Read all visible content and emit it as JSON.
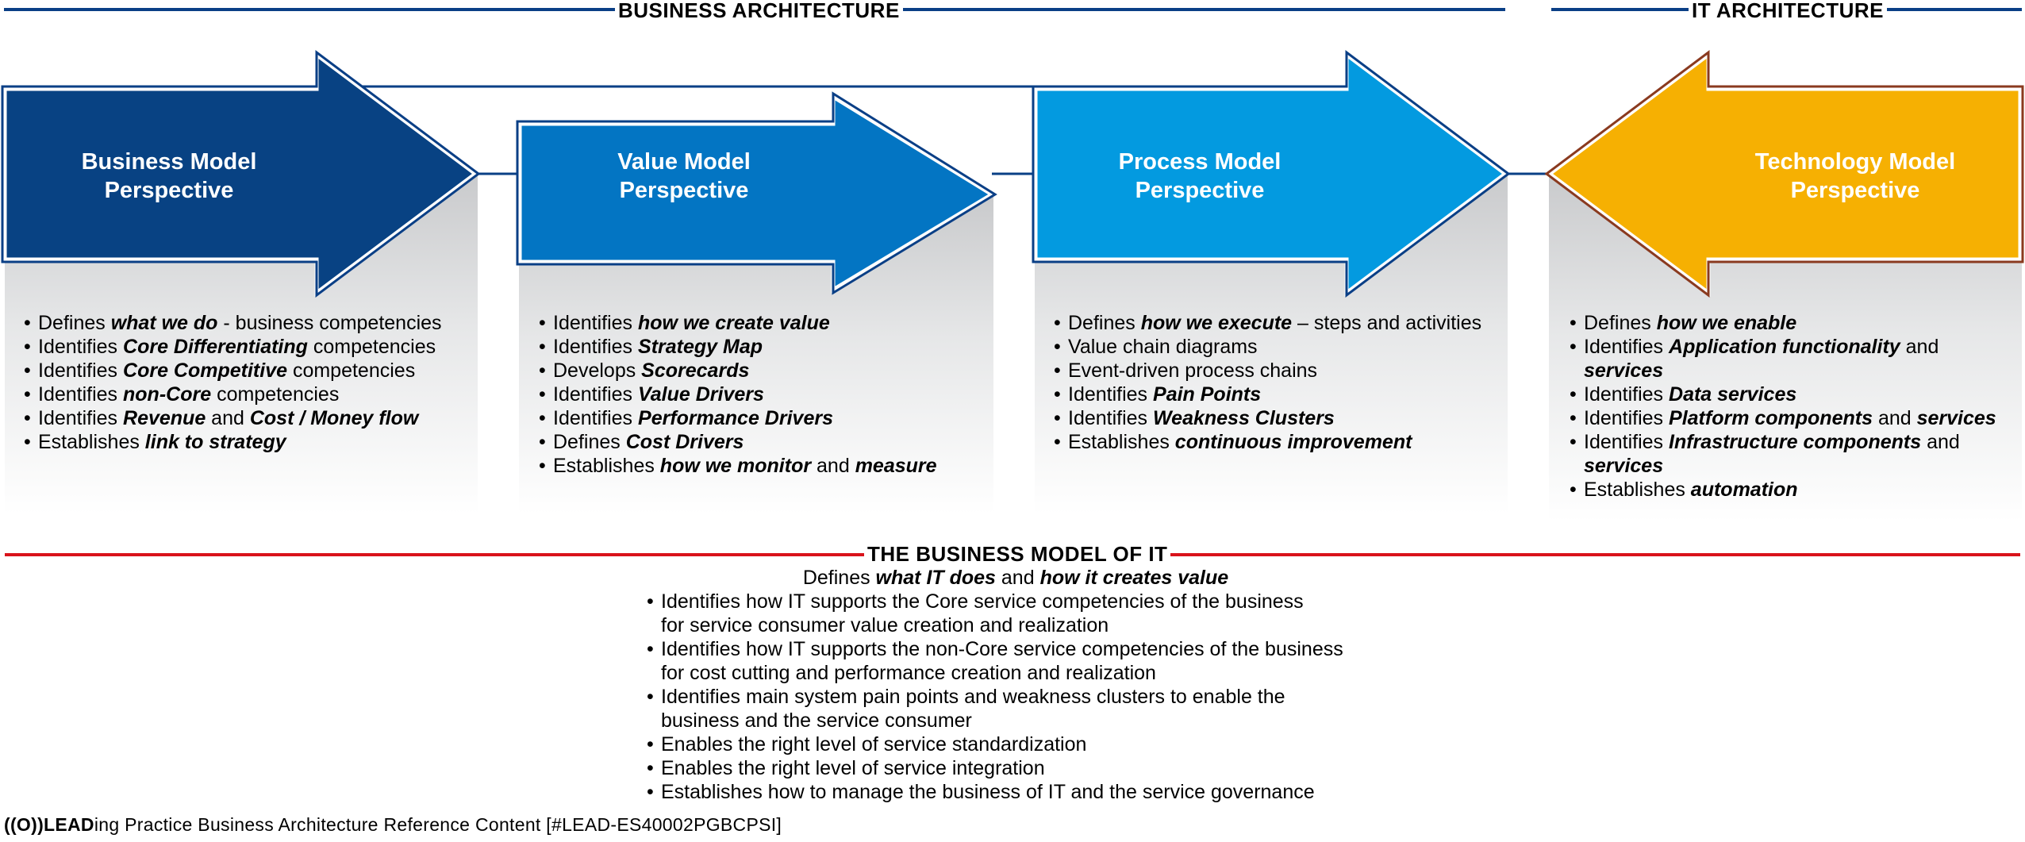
{
  "sections": {
    "business_architecture": "BUSINESS ARCHITECTURE",
    "it_architecture": "IT ARCHITECTURE",
    "business_model_of_it": "THE BUSINESS MODEL OF IT"
  },
  "colors": {
    "business_model": "#084283",
    "value_model": "#0375c3",
    "process_model": "#039ae0",
    "technology_model": "#f6b002",
    "technology_border": "#8a3a1f",
    "top_rule": "#0a3f86",
    "red_rule": "#d9131b"
  },
  "perspectives": [
    {
      "title_line1": "Business Model",
      "title_line2": "Perspective",
      "bullets": [
        [
          {
            "t": "Defines "
          },
          {
            "t": "what we do",
            "e": true
          },
          {
            "t": " - business competencies"
          }
        ],
        [
          {
            "t": "Identifies "
          },
          {
            "t": "Core Differentiating",
            "e": true
          },
          {
            "t": " competencies"
          }
        ],
        [
          {
            "t": "Identifies "
          },
          {
            "t": "Core Competitive",
            "e": true
          },
          {
            "t": " competencies"
          }
        ],
        [
          {
            "t": "Identifies "
          },
          {
            "t": "non-Core",
            "e": true
          },
          {
            "t": " competencies"
          }
        ],
        [
          {
            "t": "Identifies "
          },
          {
            "t": "Revenue",
            "e": true
          },
          {
            "t": " and "
          },
          {
            "t": "Cost / Money flow",
            "e": true
          }
        ],
        [
          {
            "t": "Establishes "
          },
          {
            "t": "link to strategy",
            "e": true
          }
        ]
      ]
    },
    {
      "title_line1": "Value Model",
      "title_line2": "Perspective",
      "bullets": [
        [
          {
            "t": "Identifies "
          },
          {
            "t": "how we create value",
            "e": true
          }
        ],
        [
          {
            "t": "Identifies "
          },
          {
            "t": "Strategy Map",
            "e": true
          }
        ],
        [
          {
            "t": "Develops "
          },
          {
            "t": "Scorecards",
            "e": true
          }
        ],
        [
          {
            "t": "Identifies "
          },
          {
            "t": "Value Drivers",
            "e": true
          }
        ],
        [
          {
            "t": "Identifies "
          },
          {
            "t": "Performance Drivers",
            "e": true
          }
        ],
        [
          {
            "t": "Defines "
          },
          {
            "t": "Cost Drivers",
            "e": true
          }
        ],
        [
          {
            "t": "Establishes "
          },
          {
            "t": "how we monitor",
            "e": true
          },
          {
            "t": " and "
          },
          {
            "t": "measure",
            "e": true
          }
        ]
      ]
    },
    {
      "title_line1": "Process Model",
      "title_line2": "Perspective",
      "bullets": [
        [
          {
            "t": "Defines "
          },
          {
            "t": "how we execute",
            "e": true
          },
          {
            "t": " – steps and activities"
          }
        ],
        [
          {
            "t": "Value chain diagrams"
          }
        ],
        [
          {
            "t": "Event-driven process chains"
          }
        ],
        [
          {
            "t": "Identifies "
          },
          {
            "t": "Pain Points",
            "e": true
          }
        ],
        [
          {
            "t": "Identifies "
          },
          {
            "t": "Weakness Clusters",
            "e": true
          }
        ],
        [
          {
            "t": "Establishes "
          },
          {
            "t": "continuous improvement",
            "e": true
          }
        ]
      ]
    },
    {
      "title_line1": "Technology Model",
      "title_line2": "Perspective",
      "bullets": [
        [
          {
            "t": "Defines "
          },
          {
            "t": "how we enable",
            "e": true
          }
        ],
        [
          {
            "t": "Identifies "
          },
          {
            "t": "Application functionality",
            "e": true
          },
          {
            "t": " and "
          },
          {
            "t": "services",
            "e": true
          }
        ],
        [
          {
            "t": "Identifies "
          },
          {
            "t": "Data services",
            "e": true
          }
        ],
        [
          {
            "t": "Identifies "
          },
          {
            "t": "Platform components",
            "e": true
          },
          {
            "t": " and "
          },
          {
            "t": "services",
            "e": true
          }
        ],
        [
          {
            "t": "Identifies "
          },
          {
            "t": "Infrastructure components",
            "e": true
          },
          {
            "t": " and "
          },
          {
            "t": "services",
            "e": true
          }
        ],
        [
          {
            "t": "Establishes "
          },
          {
            "t": "automation",
            "e": true
          }
        ]
      ]
    }
  ],
  "business_model_of_it": {
    "intro": [
      {
        "t": "Defines "
      },
      {
        "t": "what IT does",
        "e": true
      },
      {
        "t": " and "
      },
      {
        "t": "how it creates value",
        "e": true
      }
    ],
    "bullets": [
      [
        "Identifies how IT supports the Core service competencies of the business",
        "for service consumer value creation and realization"
      ],
      [
        "Identifies how IT supports the non-Core service competencies of the business",
        "for cost cutting and performance creation and realization"
      ],
      [
        "Identifies main system pain points and weakness clusters to enable the",
        "business and the service consumer"
      ],
      [
        "Enables the right level of service standardization"
      ],
      [
        "Enables the right level of service integration"
      ],
      [
        "Establishes how to manage the business of IT and the service governance"
      ]
    ]
  },
  "footer": {
    "logo": "((O))LEAD",
    "text": "ing Practice Business Architecture Reference Content [#LEAD-ES40002PGBCPSI]"
  }
}
